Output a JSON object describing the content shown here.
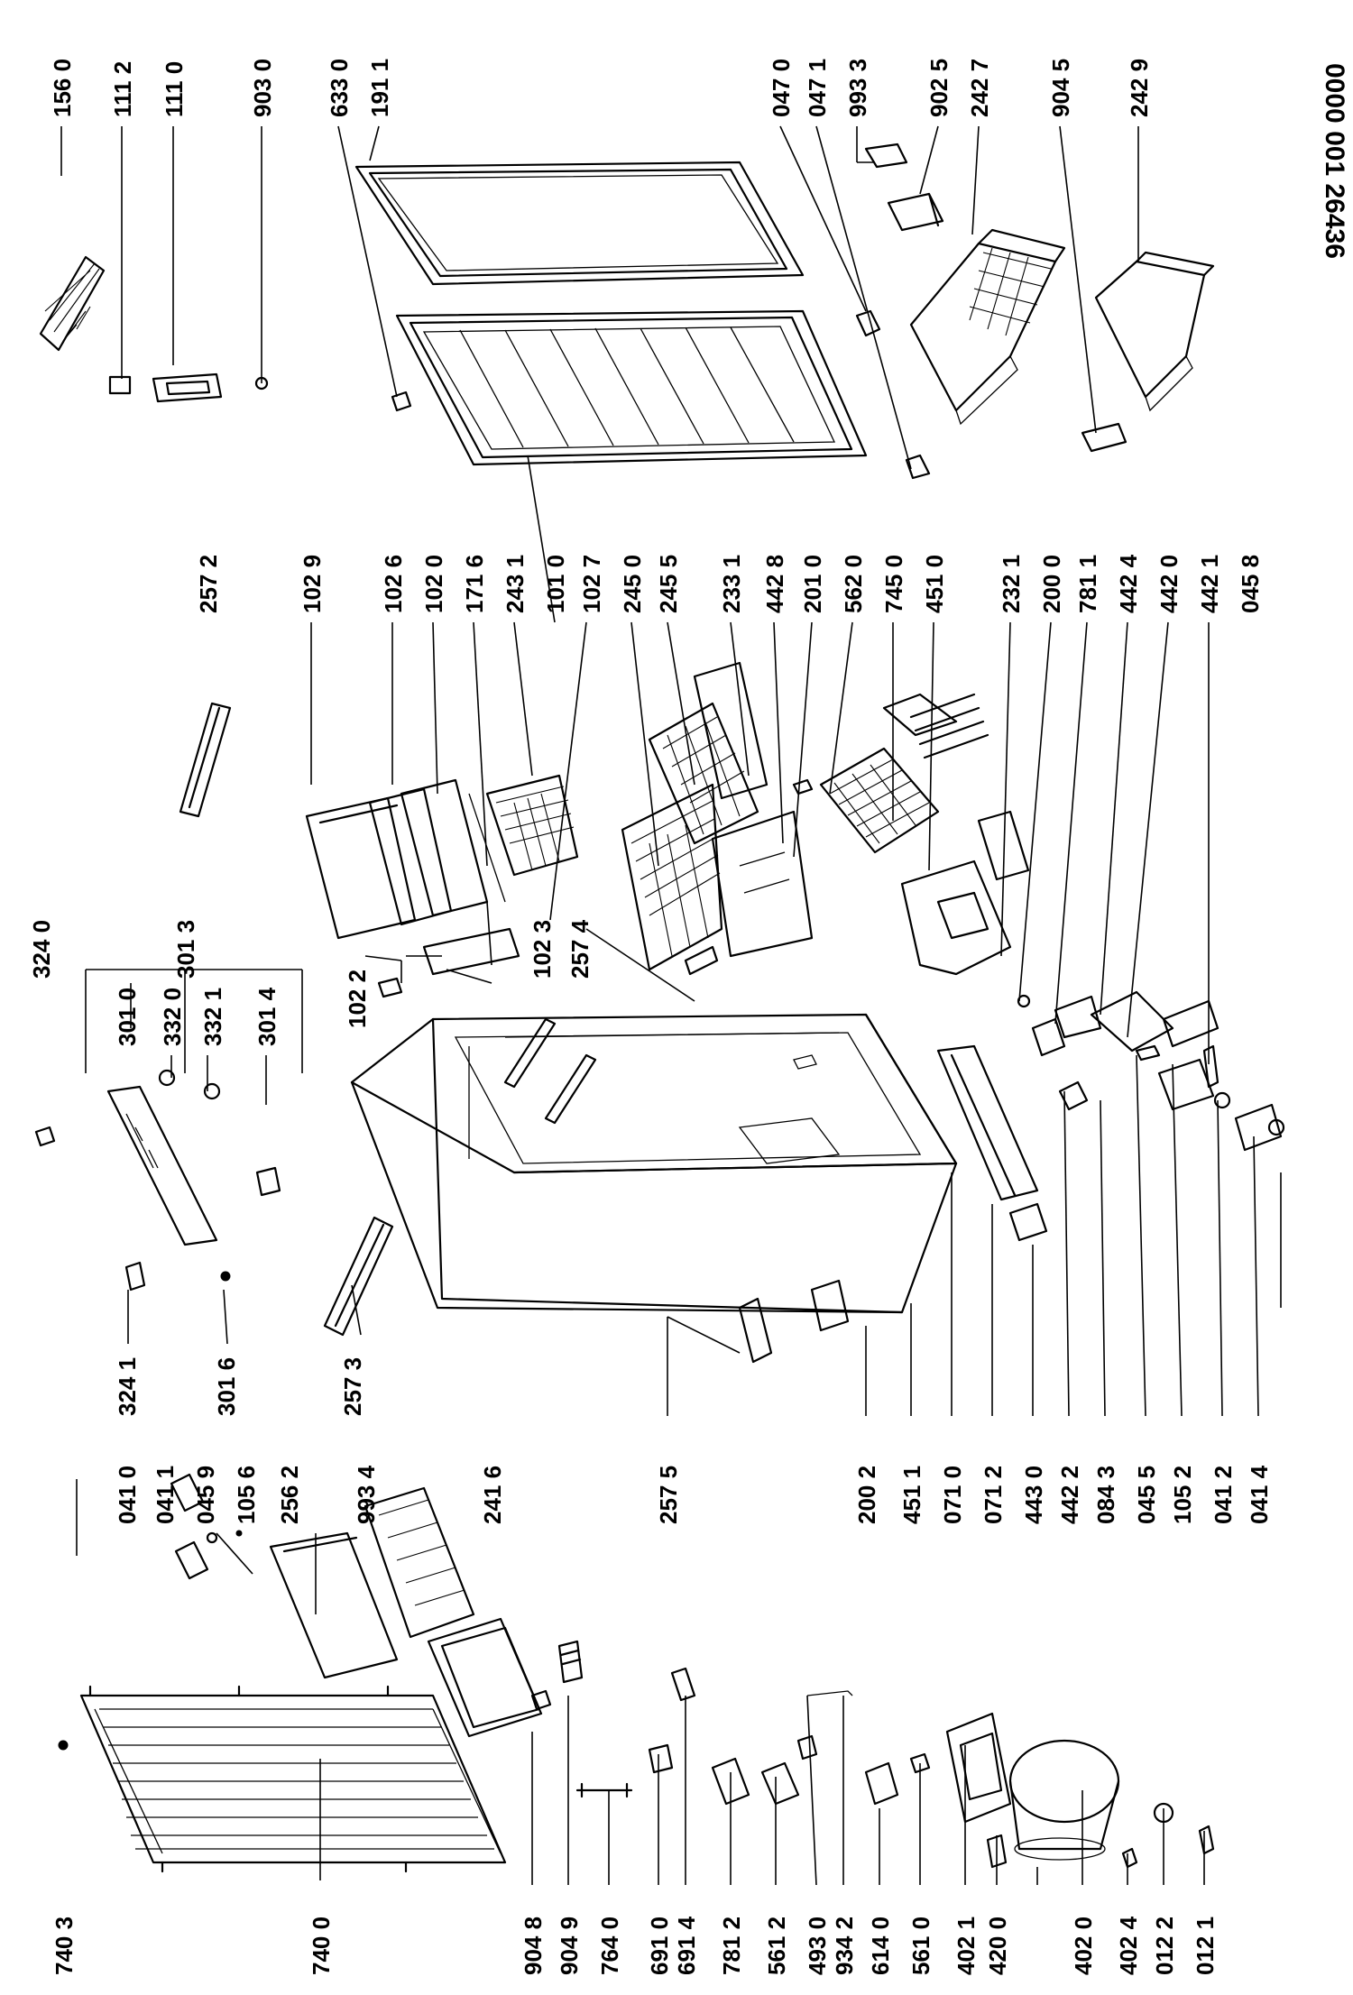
{
  "drawing_number": "0000 001 26436",
  "top_labels": [
    "156 0",
    "111 2",
    "111 0",
    "903 0",
    "633 0",
    "191 1",
    "047 0",
    "047 1",
    "993 3",
    "902 5",
    "242 7",
    "904 5",
    "242 9"
  ],
  "right_labels": [
    "102 9",
    "102 6",
    "102 0",
    "171 6",
    "243 1",
    "101 0",
    "102 7",
    "245 0",
    "245 5",
    "233 1",
    "442 8",
    "201 0",
    "562 0",
    "745 0",
    "451 0",
    "232 1",
    "200 0",
    "781 1",
    "442 4",
    "442 0",
    "442 1",
    "045 8"
  ],
  "left_labels": [
    "324 0",
    "301 3",
    "301 0",
    "332 0",
    "332 1",
    "301 4",
    "102 2",
    "102 3",
    "257 4",
    "257 2",
    "324 1",
    "301 6",
    "257 3",
    "257 5",
    "041 0",
    "041 1",
    "045 9",
    "105 6",
    "256 2",
    "993 4",
    "241 6"
  ],
  "bottom_labels": [
    "740 3",
    "740 0",
    "904 8",
    "904 9",
    "764 0",
    "691 0",
    "691 4",
    "781 2",
    "561 2",
    "493 0",
    "934 2",
    "614 0",
    "561 0",
    "402 1",
    "420 0",
    "402 0",
    "402 4",
    "012 2",
    "012 1"
  ],
  "lower_labels": [
    "200 2",
    "451 1",
    "071 0",
    "071 2",
    "443 0",
    "442 2",
    "084 3",
    "045 5",
    "105 2",
    "041 2",
    "041 4"
  ]
}
